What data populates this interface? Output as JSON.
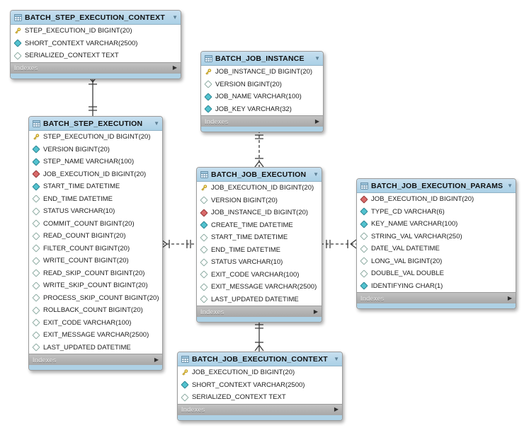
{
  "diagram": {
    "type": "er-diagram",
    "subject": "Spring Batch database schema",
    "footer_label": "Indexes",
    "collapse_glyph": "▼",
    "expand_glyph": "▶"
  },
  "colors": {
    "header_blue": "#b9d8ea",
    "strip_blue": "#aed1e5",
    "footer_gray": "#b4b4b4",
    "key_gold": "#e9c63c",
    "notnull_teal": "#53c2cf",
    "fk_red": "#d96a6a",
    "line_dark": "#3c3c3c"
  },
  "icons": {
    "table": "small table grid glyph in header",
    "primary-key": "gold key glyph",
    "foreign-key": "red filled diamond",
    "column-notnull": "teal filled diamond",
    "column-nullable": "hollow diamond"
  },
  "tables": [
    {
      "name": "BATCH_STEP_EXECUTION_CONTEXT",
      "footer": "Indexes",
      "columns": [
        {
          "icon": "primary-key",
          "text": "STEP_EXECUTION_ID BIGINT(20)"
        },
        {
          "icon": "column-notnull",
          "text": "SHORT_CONTEXT VARCHAR(2500)"
        },
        {
          "icon": "column-nullable",
          "text": "SERIALIZED_CONTEXT TEXT"
        }
      ]
    },
    {
      "name": "BATCH_JOB_INSTANCE",
      "footer": "Indexes",
      "columns": [
        {
          "icon": "primary-key",
          "text": "JOB_INSTANCE_ID BIGINT(20)"
        },
        {
          "icon": "column-nullable",
          "text": "VERSION BIGINT(20)"
        },
        {
          "icon": "column-notnull",
          "text": "JOB_NAME VARCHAR(100)"
        },
        {
          "icon": "column-notnull",
          "text": "JOB_KEY VARCHAR(32)"
        }
      ]
    },
    {
      "name": "BATCH_STEP_EXECUTION",
      "footer": "Indexes",
      "columns": [
        {
          "icon": "primary-key",
          "text": "STEP_EXECUTION_ID BIGINT(20)"
        },
        {
          "icon": "column-notnull",
          "text": "VERSION BIGINT(20)"
        },
        {
          "icon": "column-notnull",
          "text": "STEP_NAME VARCHAR(100)"
        },
        {
          "icon": "foreign-key",
          "text": "JOB_EXECUTION_ID BIGINT(20)"
        },
        {
          "icon": "column-notnull",
          "text": "START_TIME DATETIME"
        },
        {
          "icon": "column-nullable",
          "text": "END_TIME DATETIME"
        },
        {
          "icon": "column-nullable",
          "text": "STATUS VARCHAR(10)"
        },
        {
          "icon": "column-nullable",
          "text": "COMMIT_COUNT BIGINT(20)"
        },
        {
          "icon": "column-nullable",
          "text": "READ_COUNT BIGINT(20)"
        },
        {
          "icon": "column-nullable",
          "text": "FILTER_COUNT BIGINT(20)"
        },
        {
          "icon": "column-nullable",
          "text": "WRITE_COUNT BIGINT(20)"
        },
        {
          "icon": "column-nullable",
          "text": "READ_SKIP_COUNT BIGINT(20)"
        },
        {
          "icon": "column-nullable",
          "text": "WRITE_SKIP_COUNT BIGINT(20)"
        },
        {
          "icon": "column-nullable",
          "text": "PROCESS_SKIP_COUNT BIGINT(20)"
        },
        {
          "icon": "column-nullable",
          "text": "ROLLBACK_COUNT BIGINT(20)"
        },
        {
          "icon": "column-nullable",
          "text": "EXIT_CODE VARCHAR(100)"
        },
        {
          "icon": "column-nullable",
          "text": "EXIT_MESSAGE VARCHAR(2500)"
        },
        {
          "icon": "column-nullable",
          "text": "LAST_UPDATED DATETIME"
        }
      ]
    },
    {
      "name": "BATCH_JOB_EXECUTION",
      "footer": "Indexes",
      "columns": [
        {
          "icon": "primary-key",
          "text": "JOB_EXECUTION_ID BIGINT(20)"
        },
        {
          "icon": "column-nullable",
          "text": "VERSION BIGINT(20)"
        },
        {
          "icon": "foreign-key",
          "text": "JOB_INSTANCE_ID BIGINT(20)"
        },
        {
          "icon": "column-notnull",
          "text": "CREATE_TIME DATETIME"
        },
        {
          "icon": "column-nullable",
          "text": "START_TIME DATETIME"
        },
        {
          "icon": "column-nullable",
          "text": "END_TIME DATETIME"
        },
        {
          "icon": "column-nullable",
          "text": "STATUS VARCHAR(10)"
        },
        {
          "icon": "column-nullable",
          "text": "EXIT_CODE VARCHAR(100)"
        },
        {
          "icon": "column-nullable",
          "text": "EXIT_MESSAGE VARCHAR(2500)"
        },
        {
          "icon": "column-nullable",
          "text": "LAST_UPDATED DATETIME"
        }
      ]
    },
    {
      "name": "BATCH_JOB_EXECUTION_PARAMS",
      "footer": "Indexes",
      "columns": [
        {
          "icon": "foreign-key",
          "text": "JOB_EXECUTION_ID BIGINT(20)"
        },
        {
          "icon": "column-notnull",
          "text": "TYPE_CD VARCHAR(6)"
        },
        {
          "icon": "column-notnull",
          "text": "KEY_NAME VARCHAR(100)"
        },
        {
          "icon": "column-nullable",
          "text": "STRING_VAL VARCHAR(250)"
        },
        {
          "icon": "column-nullable",
          "text": "DATE_VAL DATETIME"
        },
        {
          "icon": "column-nullable",
          "text": "LONG_VAL BIGINT(20)"
        },
        {
          "icon": "column-nullable",
          "text": "DOUBLE_VAL DOUBLE"
        },
        {
          "icon": "column-notnull",
          "text": "IDENTIFYING CHAR(1)"
        }
      ]
    },
    {
      "name": "BATCH_JOB_EXECUTION_CONTEXT",
      "footer": "Indexes",
      "columns": [
        {
          "icon": "primary-key",
          "text": "JOB_EXECUTION_ID BIGINT(20)"
        },
        {
          "icon": "column-notnull",
          "text": "SHORT_CONTEXT VARCHAR(2500)"
        },
        {
          "icon": "column-nullable",
          "text": "SERIALIZED_CONTEXT TEXT"
        }
      ]
    }
  ],
  "relationships": [
    {
      "from": "BATCH_STEP_EXECUTION",
      "to": "BATCH_STEP_EXECUTION_CONTEXT",
      "line": "solid",
      "cardinality": "one-to-many-crowfoot-at-context"
    },
    {
      "from": "BATCH_JOB_INSTANCE",
      "to": "BATCH_JOB_EXECUTION",
      "line": "dashed",
      "cardinality": "one-to-many-crowfoot-at-execution"
    },
    {
      "from": "BATCH_JOB_EXECUTION",
      "to": "BATCH_STEP_EXECUTION",
      "line": "dashed",
      "cardinality": "one-to-many-crowfoot-at-step-execution"
    },
    {
      "from": "BATCH_JOB_EXECUTION",
      "to": "BATCH_JOB_EXECUTION_PARAMS",
      "line": "dashed",
      "cardinality": "one-to-many-crowfoot-at-params"
    },
    {
      "from": "BATCH_JOB_EXECUTION",
      "to": "BATCH_JOB_EXECUTION_CONTEXT",
      "line": "solid",
      "cardinality": "one-to-many-crowfoot-at-context"
    }
  ]
}
